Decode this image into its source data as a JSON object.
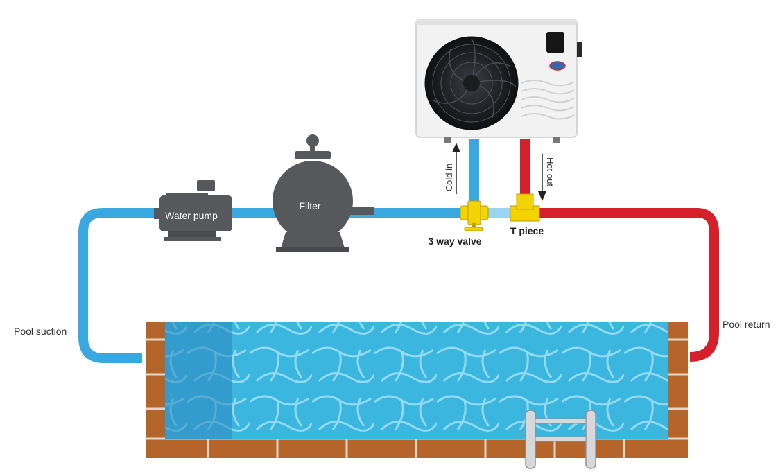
{
  "labels": {
    "water_pump": "Water pump",
    "filter": "Filter",
    "three_way_valve": "3 way valve",
    "t_piece": "T piece",
    "cold_in": "Cold in",
    "hot_out": "Hot out",
    "pool_suction": "Pool suction",
    "pool_return": "Pool return"
  },
  "colors": {
    "cold_pipe": "#3aa8e0",
    "cold_pipe_light": "#9ad4f0",
    "hot_pipe": "#d5202b",
    "valve_yellow": "#f4d400",
    "equipment_gray": "#57585b",
    "pool_water": "#3bb6df",
    "pool_tile": "#b5652a",
    "heat_pump_body": "#f2f2f2"
  }
}
